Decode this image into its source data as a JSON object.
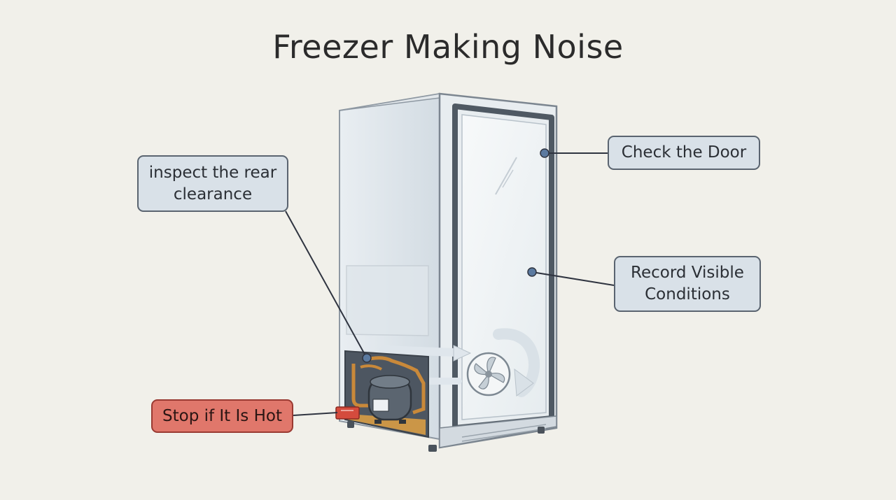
{
  "title": "Freezer Making Noise",
  "callouts": {
    "rear_clearance": "inspect the rear clearance",
    "check_door": "Check the Door",
    "record_conditions": "Record Visible Conditions",
    "stop_hot": "Stop if It Is Hot"
  },
  "colors": {
    "background": "#f1f0ea",
    "callout_fill": "#d9e1e8",
    "warning_fill": "#e0776b",
    "leader_line": "#2f3440",
    "copper_pipe": "#c9893a"
  }
}
